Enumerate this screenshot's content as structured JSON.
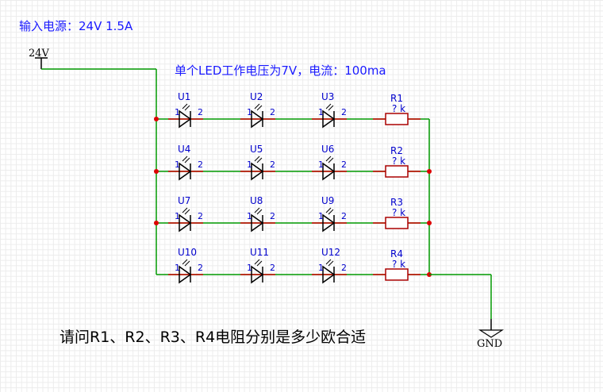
{
  "header": {
    "power_input": "输入电源：24V 1.5A",
    "led_note": "单个LED工作电压为7V，电流：100ma"
  },
  "question": "请问R1、R2、R3、R4电阻分别是多少欧合适",
  "power": {
    "label": "24V"
  },
  "ground": {
    "label": "GND"
  },
  "pins": {
    "anode": "1",
    "cathode": "2"
  },
  "rows": [
    {
      "leds": [
        "U1",
        "U2",
        "U3"
      ],
      "resistor": "R1",
      "value": "? k"
    },
    {
      "leds": [
        "U4",
        "U5",
        "U6"
      ],
      "resistor": "R2",
      "value": "? k"
    },
    {
      "leds": [
        "U7",
        "U8",
        "U9"
      ],
      "resistor": "R3",
      "value": "? k"
    },
    {
      "leds": [
        "U10",
        "U11",
        "U12"
      ],
      "resistor": "R4",
      "value": "? k"
    }
  ],
  "colors": {
    "wire": "#009900",
    "pin": "#cc0000",
    "label": "#0000cc",
    "text": "#1a1aff"
  }
}
